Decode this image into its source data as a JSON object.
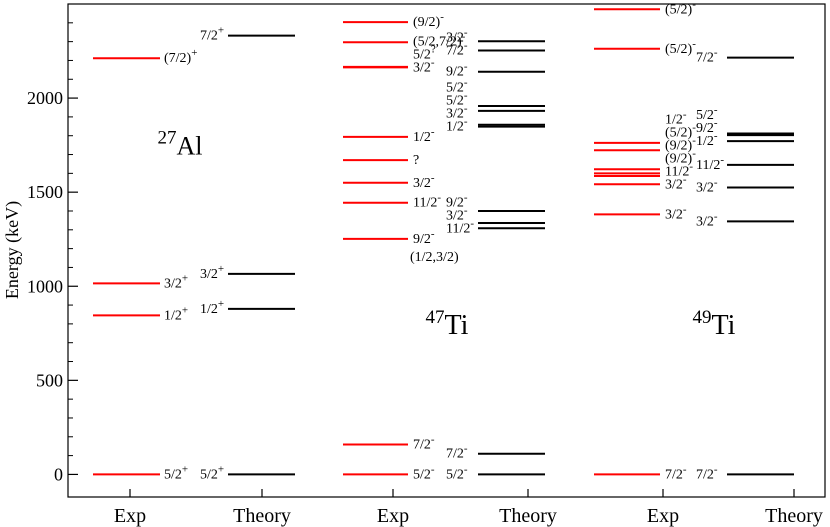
{
  "chart_data": {
    "type": "level-scheme",
    "ylabel": "Energy (keV)",
    "ylim": [
      -120,
      2500
    ],
    "yticks": [
      0,
      500,
      1000,
      1500,
      2000
    ],
    "grid": false,
    "columns": [
      "Exp",
      "Theory",
      "Exp",
      "Theory",
      "Exp",
      "Theory"
    ],
    "colors": {
      "exp": "#ff0000",
      "theory": "#000000"
    },
    "nuclei": [
      {
        "mass": "27",
        "symbol": "Al",
        "label_energy": 1700,
        "exp": [
          {
            "e": 0,
            "spin": "5/2",
            "parity": "+"
          },
          {
            "e": 845,
            "spin": "1/2",
            "parity": "+"
          },
          {
            "e": 1015,
            "spin": "3/2",
            "parity": "+"
          },
          {
            "e": 2212,
            "spin": "(7/2)",
            "parity": "+"
          }
        ],
        "theory": [
          {
            "e": 0,
            "spin": "5/2",
            "parity": "+"
          },
          {
            "e": 880,
            "spin": "1/2",
            "parity": "+"
          },
          {
            "e": 1066,
            "spin": "3/2",
            "parity": "+"
          },
          {
            "e": 2332,
            "spin": "7/2",
            "parity": "+"
          }
        ]
      },
      {
        "mass": "47",
        "symbol": "Ti",
        "label_energy": 745,
        "exp": [
          {
            "e": 0,
            "spin": "5/2",
            "parity": "-"
          },
          {
            "e": 159,
            "spin": "7/2",
            "parity": "-"
          },
          {
            "e": 1252,
            "spin": "9/2",
            "parity": "-"
          },
          {
            "e": 1444,
            "spin": "11/2",
            "parity": "-"
          },
          {
            "e": 1550,
            "spin": "3/2",
            "parity": "-"
          },
          {
            "e": 1670,
            "spin": "?",
            "parity": ""
          },
          {
            "e": 1794,
            "spin": "1/2",
            "parity": "-"
          },
          {
            "e": 2163,
            "spin": "3/2",
            "parity": "-"
          },
          {
            "e": 2166,
            "spin": "5/2",
            "parity": "?"
          },
          {
            "e": 2297,
            "spin": "(5/2,7/2)",
            "parity": "-"
          },
          {
            "e": 2404,
            "spin": "(9/2)",
            "parity": "-"
          }
        ],
        "exp_extra_labels": [
          {
            "e": 1155,
            "text": "(1/2,3/2)"
          }
        ],
        "theory": [
          {
            "e": 0,
            "spin": "5/2",
            "parity": "-"
          },
          {
            "e": 110,
            "spin": "7/2",
            "parity": "-"
          },
          {
            "e": 1308,
            "spin": "11/2",
            "parity": "-"
          },
          {
            "e": 1336,
            "spin": "3/2",
            "parity": "-"
          },
          {
            "e": 1400,
            "spin": "9/2",
            "parity": "-"
          },
          {
            "e": 1848,
            "spin": "1/2",
            "parity": "-"
          },
          {
            "e": 1858,
            "spin": "3/2",
            "parity": "-"
          },
          {
            "e": 1932,
            "spin": "5/2",
            "parity": "-"
          },
          {
            "e": 1958,
            "spin": "5/2",
            "parity": "-"
          },
          {
            "e": 2140,
            "spin": "9/2",
            "parity": "-"
          },
          {
            "e": 2253,
            "spin": "7/2",
            "parity": "-"
          },
          {
            "e": 2302,
            "spin": "3/2",
            "parity": "-"
          }
        ]
      },
      {
        "mass": "49",
        "symbol": "Ti",
        "label_energy": 745,
        "exp": [
          {
            "e": 0,
            "spin": "7/2",
            "parity": "-"
          },
          {
            "e": 1382,
            "spin": "3/2",
            "parity": "-"
          },
          {
            "e": 1542,
            "spin": "3/2",
            "parity": "-"
          },
          {
            "e": 1586,
            "spin": "11/2",
            "parity": "-"
          },
          {
            "e": 1600,
            "spin": "(9/2)",
            "parity": "-"
          },
          {
            "e": 1622,
            "spin": "(9/2)",
            "parity": "-"
          },
          {
            "e": 1723,
            "spin": "(5/2)",
            "parity": "-"
          },
          {
            "e": 1762,
            "spin": "1/2",
            "parity": "-"
          },
          {
            "e": 2262,
            "spin": "(5/2)",
            "parity": "-"
          },
          {
            "e": 2472,
            "spin": "(5/2)",
            "parity": "-"
          }
        ],
        "theory": [
          {
            "e": 0,
            "spin": "7/2",
            "parity": "-"
          },
          {
            "e": 1345,
            "spin": "3/2",
            "parity": "-"
          },
          {
            "e": 1525,
            "spin": "3/2",
            "parity": "-"
          },
          {
            "e": 1645,
            "spin": "11/2",
            "parity": "-"
          },
          {
            "e": 1771,
            "spin": "1/2",
            "parity": "-"
          },
          {
            "e": 1803,
            "spin": "9/2",
            "parity": "-"
          },
          {
            "e": 1812,
            "spin": "5/2",
            "parity": "-"
          },
          {
            "e": 2215,
            "spin": "7/2",
            "parity": "-"
          }
        ]
      }
    ]
  }
}
